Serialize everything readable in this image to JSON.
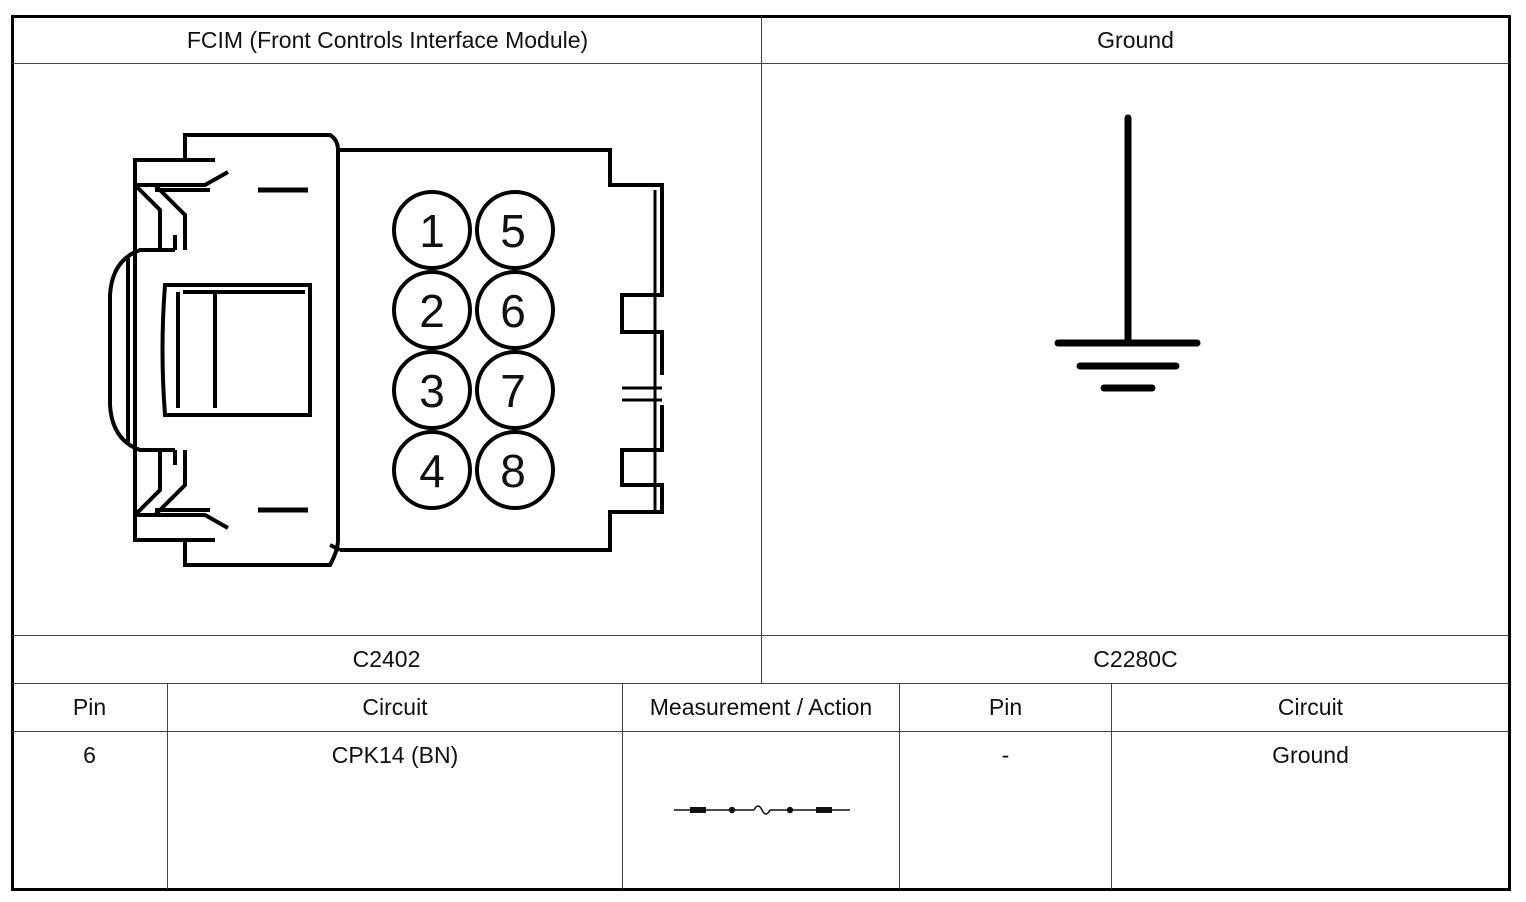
{
  "header": {
    "left_title": "FCIM (Front Controls Interface Module)",
    "right_title": "Ground"
  },
  "connector": {
    "pins": [
      {
        "number": "1"
      },
      {
        "number": "2"
      },
      {
        "number": "3"
      },
      {
        "number": "4"
      },
      {
        "number": "5"
      },
      {
        "number": "6"
      },
      {
        "number": "7"
      },
      {
        "number": "8"
      }
    ]
  },
  "connector_ids": {
    "left": "C2402",
    "right": "C2280C"
  },
  "table": {
    "columns": [
      "Pin",
      "Circuit",
      "Measurement / Action",
      "Pin",
      "Circuit"
    ],
    "rows": [
      {
        "pin_a": "6",
        "circuit_a": "CPK14 (BN)",
        "measurement_icon": "continuity-resistance-symbol",
        "pin_b": "-",
        "circuit_b": "Ground"
      }
    ]
  }
}
